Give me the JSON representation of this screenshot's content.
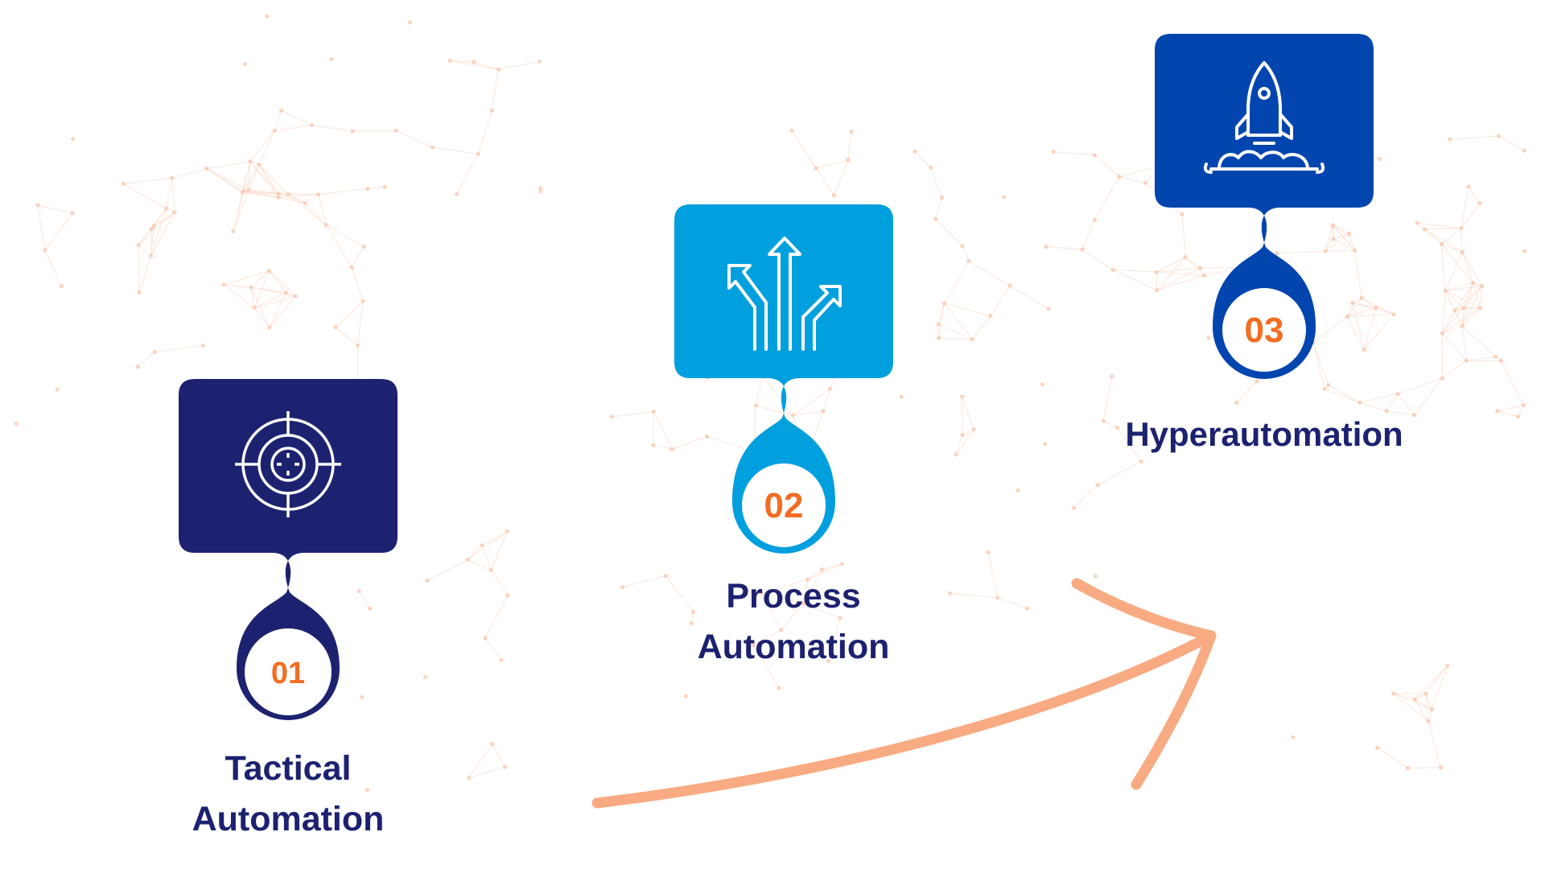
{
  "colors": {
    "background": "#ffffff",
    "map_network": "#f6b696",
    "arrow": "#f8ab82",
    "label_text": "#1c2170",
    "number_text": "#f26d22"
  },
  "stages": [
    {
      "number": "01",
      "label": "Tactical\nAutomation",
      "icon": "target-crosshair-icon",
      "color": "#1d2270"
    },
    {
      "number": "02",
      "label": "Process\nAutomation",
      "icon": "diverging-arrows-icon",
      "color": "#009fde"
    },
    {
      "number": "03",
      "label": "Hyperautomation",
      "icon": "rocket-launch-icon",
      "color": "#0345af"
    }
  ]
}
